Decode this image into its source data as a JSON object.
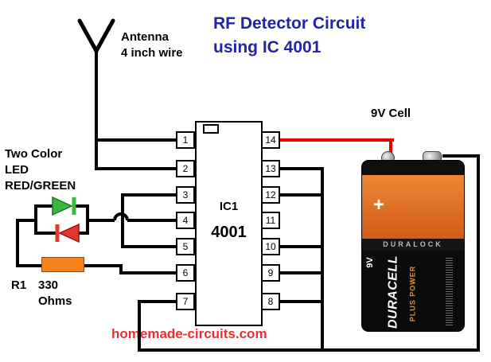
{
  "title": {
    "line1": "RF Detector Circuit",
    "line2": "using IC 4001",
    "color": "#2222aa"
  },
  "antenna": {
    "line1": "Antenna",
    "line2": "4 inch wire"
  },
  "led": {
    "line1": "Two Color",
    "line2": "LED",
    "line3": "RED/GREEN",
    "green_color": "#37b83e",
    "red_color": "#e2372b"
  },
  "resistor": {
    "ref": "R1",
    "value": "330",
    "unit": "Ohms",
    "color": "#f5841d"
  },
  "ic": {
    "ref": "IC1",
    "part": "4001",
    "left_pins": [
      "1",
      "2",
      "3",
      "4",
      "5",
      "6",
      "7"
    ],
    "right_pins": [
      "14",
      "13",
      "12",
      "11",
      "10",
      "9",
      "8"
    ]
  },
  "battery": {
    "label": "9V Cell",
    "brand": "DURACELL",
    "series": "PLUS POWER",
    "band": "DURALOCK",
    "voltage": "9V",
    "plus": "+",
    "body_color": "#ef8535",
    "positive_wire_color": "#e60000"
  },
  "footer": {
    "site": "homemade-circuits.com",
    "color": "#e93030"
  }
}
